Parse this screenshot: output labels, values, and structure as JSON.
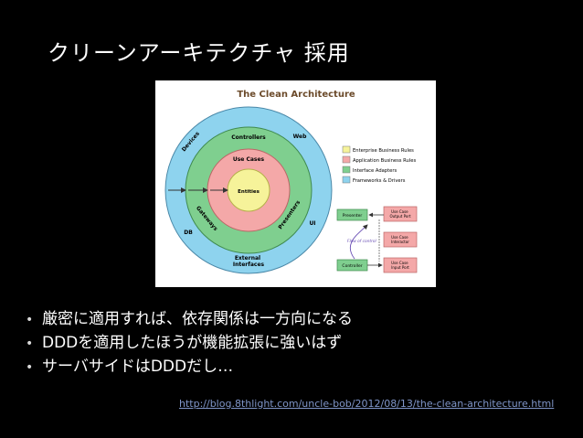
{
  "slide": {
    "title": "クリーンアーキテクチャ 採用",
    "bullets": [
      "厳密に適用すれば、依存関係は一方向になる",
      "DDDを適用したほうが機能拡張に強いはず",
      "サーバサイドはDDDだし…"
    ],
    "link": "http://blog.8thlight.com/uncle-bob/2012/08/13/the-clean-architecture.html"
  },
  "diagram": {
    "title": "The Clean Architecture",
    "rings": {
      "entities": "Entities",
      "use_cases": "Use Cases",
      "controllers": "Controllers",
      "gateways": "Gateways",
      "presenters": "Presenters",
      "devices": "Devices",
      "web": "Web",
      "db": "DB",
      "ui": "UI",
      "external_1": "External",
      "external_2": "Interfaces"
    },
    "legend": [
      {
        "label": "Enterprise Business Rules",
        "color": "#f6f39a"
      },
      {
        "label": "Application Business Rules",
        "color": "#f4a8a8"
      },
      {
        "label": "Interface Adapters",
        "color": "#7fcf8f"
      },
      {
        "label": "Frameworks & Drivers",
        "color": "#8ed3ee"
      }
    ],
    "flow": {
      "presenter": "Presenter",
      "controller": "Controller",
      "out_port_1": "Use Case",
      "out_port_2": "Output Port",
      "interactor_1": "Use Case",
      "interactor_2": "Interactor",
      "in_port_1": "Use Case",
      "in_port_2": "Input Port",
      "flow_of_control": "Flow of control"
    }
  },
  "colors": {
    "background": "#000000",
    "text": "#ffffff",
    "link": "#7f95c8",
    "frameworks": "#8ed3ee",
    "adapters": "#7fcf8f",
    "use_cases": "#f4a8a8",
    "entities": "#f6f39a",
    "diagram_title": "#6b4a2a"
  }
}
